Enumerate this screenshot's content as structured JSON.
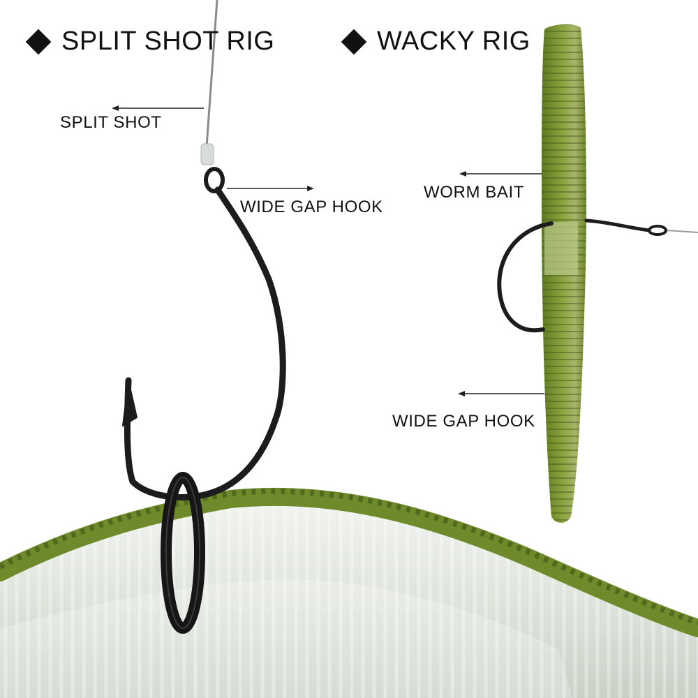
{
  "headings": {
    "split_shot_rig": "SPLIT SHOT RIG",
    "wacky_rig": "WACKY RIG"
  },
  "labels": {
    "split_shot": "SPLIT SHOT",
    "wide_gap_hook_left": "WIDE GAP HOOK",
    "worm_bait": "WORM BAIT",
    "wide_gap_hook_right": "WIDE GAP HOOK"
  },
  "colors": {
    "worm_green": "#6f8a2a",
    "worm_dark_green": "#4f6a1c",
    "worm_belly": "#e4e9e2",
    "hook": "#1c1c1c",
    "text": "#111111"
  },
  "icons": [
    "diamond-bullet-icon",
    "hook-icon",
    "worm-bait-icon",
    "o-ring-icon"
  ]
}
